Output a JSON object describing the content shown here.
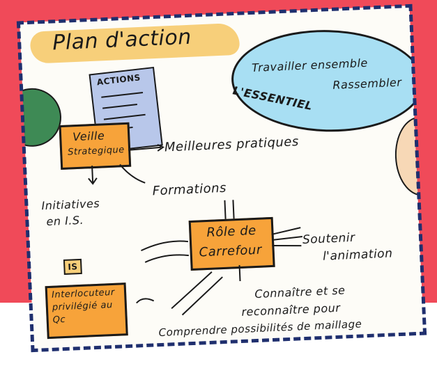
{
  "title": "Plan d'action",
  "bubble": {
    "line1": "Travailler ensemble",
    "line2": "Rassembler",
    "line3": "L'ESSENTIEL"
  },
  "doc_label": "ACTIONS",
  "veille": {
    "line1": "Veille",
    "line2": "Strategique"
  },
  "labels": {
    "meilleures": "Meilleures pratiques",
    "formations": "Formations",
    "initiatives1": "Initiatives",
    "initiatives2": "en I.S.",
    "soutenir1": "Soutenir",
    "soutenir2": "l'animation",
    "connaitre1": "Connaître et se",
    "connaitre2": "reconnaître pour",
    "comprendre": "Comprendre possibilités de maillage"
  },
  "carrefour": {
    "line1": "Rôle de",
    "line2": "Carrefour"
  },
  "interlocuteur": {
    "line1": "Interlocuteur",
    "line2": "privilégié au",
    "line3": "Qc"
  },
  "badge": "IS",
  "colors": {
    "background": "#f04a59",
    "frame": "#1f2f6e",
    "title_band": "#f7cf7a",
    "bubble": "#a8dff3",
    "orange": "#f7a33a",
    "doc": "#b8c7ea"
  }
}
